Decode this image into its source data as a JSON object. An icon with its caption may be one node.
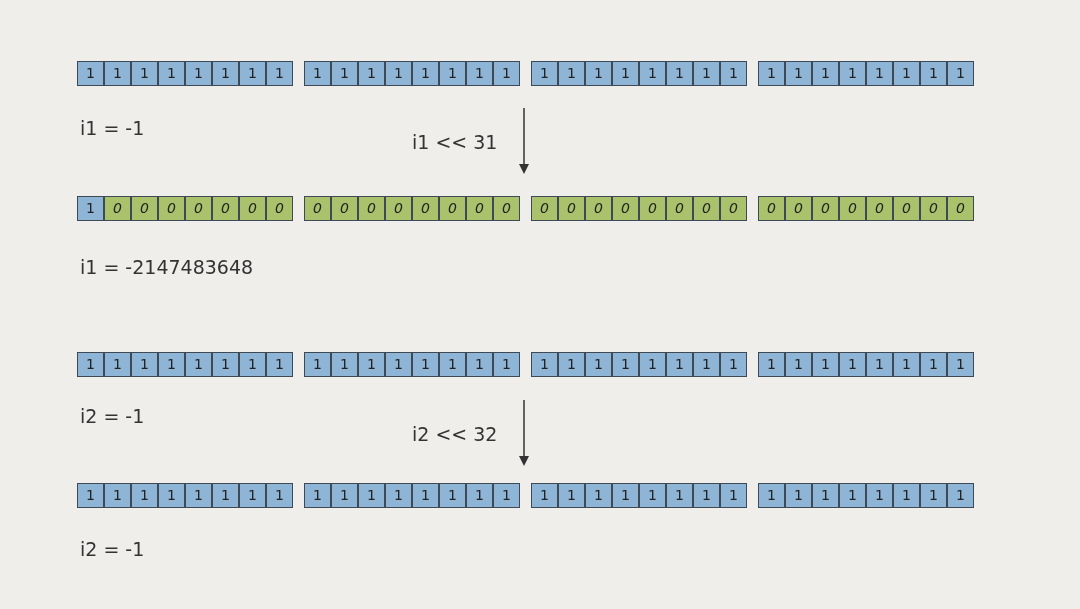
{
  "diagram": {
    "nodes": [
      {
        "text": [
          "1"
        ]
      },
      {
        "text": [
          "1"
        ]
      },
      {
        "text": [
          "1"
        ]
      },
      {
        "text": [
          "1"
        ]
      },
      {
        "text": [
          "1"
        ]
      },
      {
        "text": [
          "1"
        ]
      },
      {
        "text": [
          "1"
        ]
      },
      {
        "text": [
          "1"
        ]
      },
      {
        "text": [
          "1"
        ]
      },
      {
        "text": [
          "1"
        ]
      },
      {
        "text": [
          "1"
        ]
      },
      {
        "text": [
          "1"
        ]
      },
      {
        "text": [
          "1"
        ]
      },
      {
        "text": [
          "1"
        ]
      },
      {
        "text": [
          "1"
        ]
      },
      {
        "text": [
          "1"
        ]
      },
      {
        "text": [
          "1"
        ]
      },
      {
        "text": [
          "1"
        ]
      },
      {
        "text": [
          "1"
        ]
      },
      {
        "text": [
          "1"
        ]
      },
      {
        "text": [
          "1"
        ]
      },
      {
        "text": [
          "1"
        ]
      },
      {
        "text": [
          "1"
        ]
      },
      {
        "text": [
          "1"
        ]
      },
      {
        "text": [
          "1"
        ]
      },
      {
        "text": [
          "1"
        ]
      },
      {
        "text": [
          "1"
        ]
      },
      {
        "text": [
          "1"
        ]
      },
      {
        "text": [
          "1"
        ]
      },
      {
        "text": [
          "1"
        ]
      },
      {
        "text": [
          "1"
        ]
      },
      {
        "text": [
          "1"
        ]
      },
      {
        "text": [
          "1"
        ]
      },
      {
        "text": [
          "0"
        ]
      },
      {
        "text": [
          "0"
        ]
      },
      {
        "text": [
          "0"
        ]
      },
      {
        "text": [
          "0"
        ]
      },
      {
        "text": [
          "0"
        ]
      },
      {
        "text": [
          "0"
        ]
      },
      {
        "text": [
          "0"
        ]
      },
      {
        "text": [
          "0"
        ]
      },
      {
        "text": [
          "0"
        ]
      },
      {
        "text": [
          "0"
        ]
      },
      {
        "text": [
          "0"
        ]
      },
      {
        "text": [
          "0"
        ]
      },
      {
        "text": [
          "0"
        ]
      },
      {
        "text": [
          "0"
        ]
      },
      {
        "text": [
          "0"
        ]
      },
      {
        "text": [
          "0"
        ]
      },
      {
        "text": [
          "0"
        ]
      },
      {
        "text": [
          "0"
        ]
      },
      {
        "text": [
          "0"
        ]
      },
      {
        "text": [
          "0"
        ]
      },
      {
        "text": [
          "0"
        ]
      },
      {
        "text": [
          "0"
        ]
      },
      {
        "text": [
          "0"
        ]
      },
      {
        "text": [
          "0"
        ]
      },
      {
        "text": [
          "0"
        ]
      },
      {
        "text": [
          "0"
        ]
      },
      {
        "text": [
          "0"
        ]
      },
      {
        "text": [
          "0"
        ]
      },
      {
        "text": [
          "0"
        ]
      },
      {
        "text": [
          "0"
        ]
      },
      {
        "text": [
          "0"
        ]
      },
      {
        "text": [
          "1"
        ]
      },
      {
        "text": [
          "1"
        ]
      },
      {
        "text": [
          "1"
        ]
      },
      {
        "text": [
          "1"
        ]
      },
      {
        "text": [
          "1"
        ]
      },
      {
        "text": [
          "1"
        ]
      },
      {
        "text": [
          "1"
        ]
      },
      {
        "text": [
          "1"
        ]
      },
      {
        "text": [
          "1"
        ]
      },
      {
        "text": [
          "1"
        ]
      },
      {
        "text": [
          "1"
        ]
      },
      {
        "text": [
          "1"
        ]
      },
      {
        "text": [
          "1"
        ]
      },
      {
        "text": [
          "1"
        ]
      },
      {
        "text": [
          "1"
        ]
      },
      {
        "text": [
          "1"
        ]
      },
      {
        "text": [
          "1"
        ]
      },
      {
        "text": [
          "1"
        ]
      },
      {
        "text": [
          "1"
        ]
      },
      {
        "text": [
          "1"
        ]
      },
      {
        "text": [
          "1"
        ]
      },
      {
        "text": [
          "1"
        ]
      },
      {
        "text": [
          "1"
        ]
      },
      {
        "text": [
          "1"
        ]
      },
      {
        "text": [
          "1"
        ]
      },
      {
        "text": [
          "1"
        ]
      },
      {
        "text": [
          "1"
        ]
      },
      {
        "text": [
          "1"
        ]
      },
      {
        "text": [
          "1"
        ]
      },
      {
        "text": [
          "1"
        ]
      },
      {
        "text": [
          "1"
        ]
      },
      {
        "text": [
          "1"
        ]
      },
      {
        "text": [
          "1"
        ]
      },
      {
        "text": [
          "1"
        ]
      },
      {
        "text": [
          "1"
        ]
      },
      {
        "text": [
          "1"
        ]
      },
      {
        "text": [
          "1"
        ]
      },
      {
        "text": [
          "1"
        ]
      },
      {
        "text": [
          "1"
        ]
      },
      {
        "text": [
          "1"
        ]
      },
      {
        "text": [
          "1"
        ]
      },
      {
        "text": [
          "1"
        ]
      },
      {
        "text": [
          "1"
        ]
      },
      {
        "text": [
          "1"
        ]
      },
      {
        "text": [
          "1"
        ]
      },
      {
        "text": [
          "1"
        ]
      },
      {
        "text": [
          "1"
        ]
      },
      {
        "text": [
          "1"
        ]
      },
      {
        "text": [
          "1"
        ]
      },
      {
        "text": [
          "1"
        ]
      },
      {
        "text": [
          "1"
        ]
      },
      {
        "text": [
          "1"
        ]
      },
      {
        "text": [
          "1"
        ]
      },
      {
        "text": [
          "1"
        ]
      },
      {
        "text": [
          "1"
        ]
      },
      {
        "text": [
          "1"
        ]
      },
      {
        "text": [
          "1"
        ]
      },
      {
        "text": [
          "1"
        ]
      },
      {
        "text": [
          "1"
        ]
      },
      {
        "text": [
          "1"
        ]
      },
      {
        "text": [
          "1"
        ]
      },
      {
        "text": [
          "1"
        ]
      },
      {
        "text": [
          "1"
        ]
      },
      {
        "text": [
          "1"
        ]
      }
    ],
    "labels": [
      "i1 = -1",
      "i1 << 31",
      "i1 = -2147483648",
      "i2 = -1",
      "i2 << 32",
      "i2 = -1"
    ]
  }
}
